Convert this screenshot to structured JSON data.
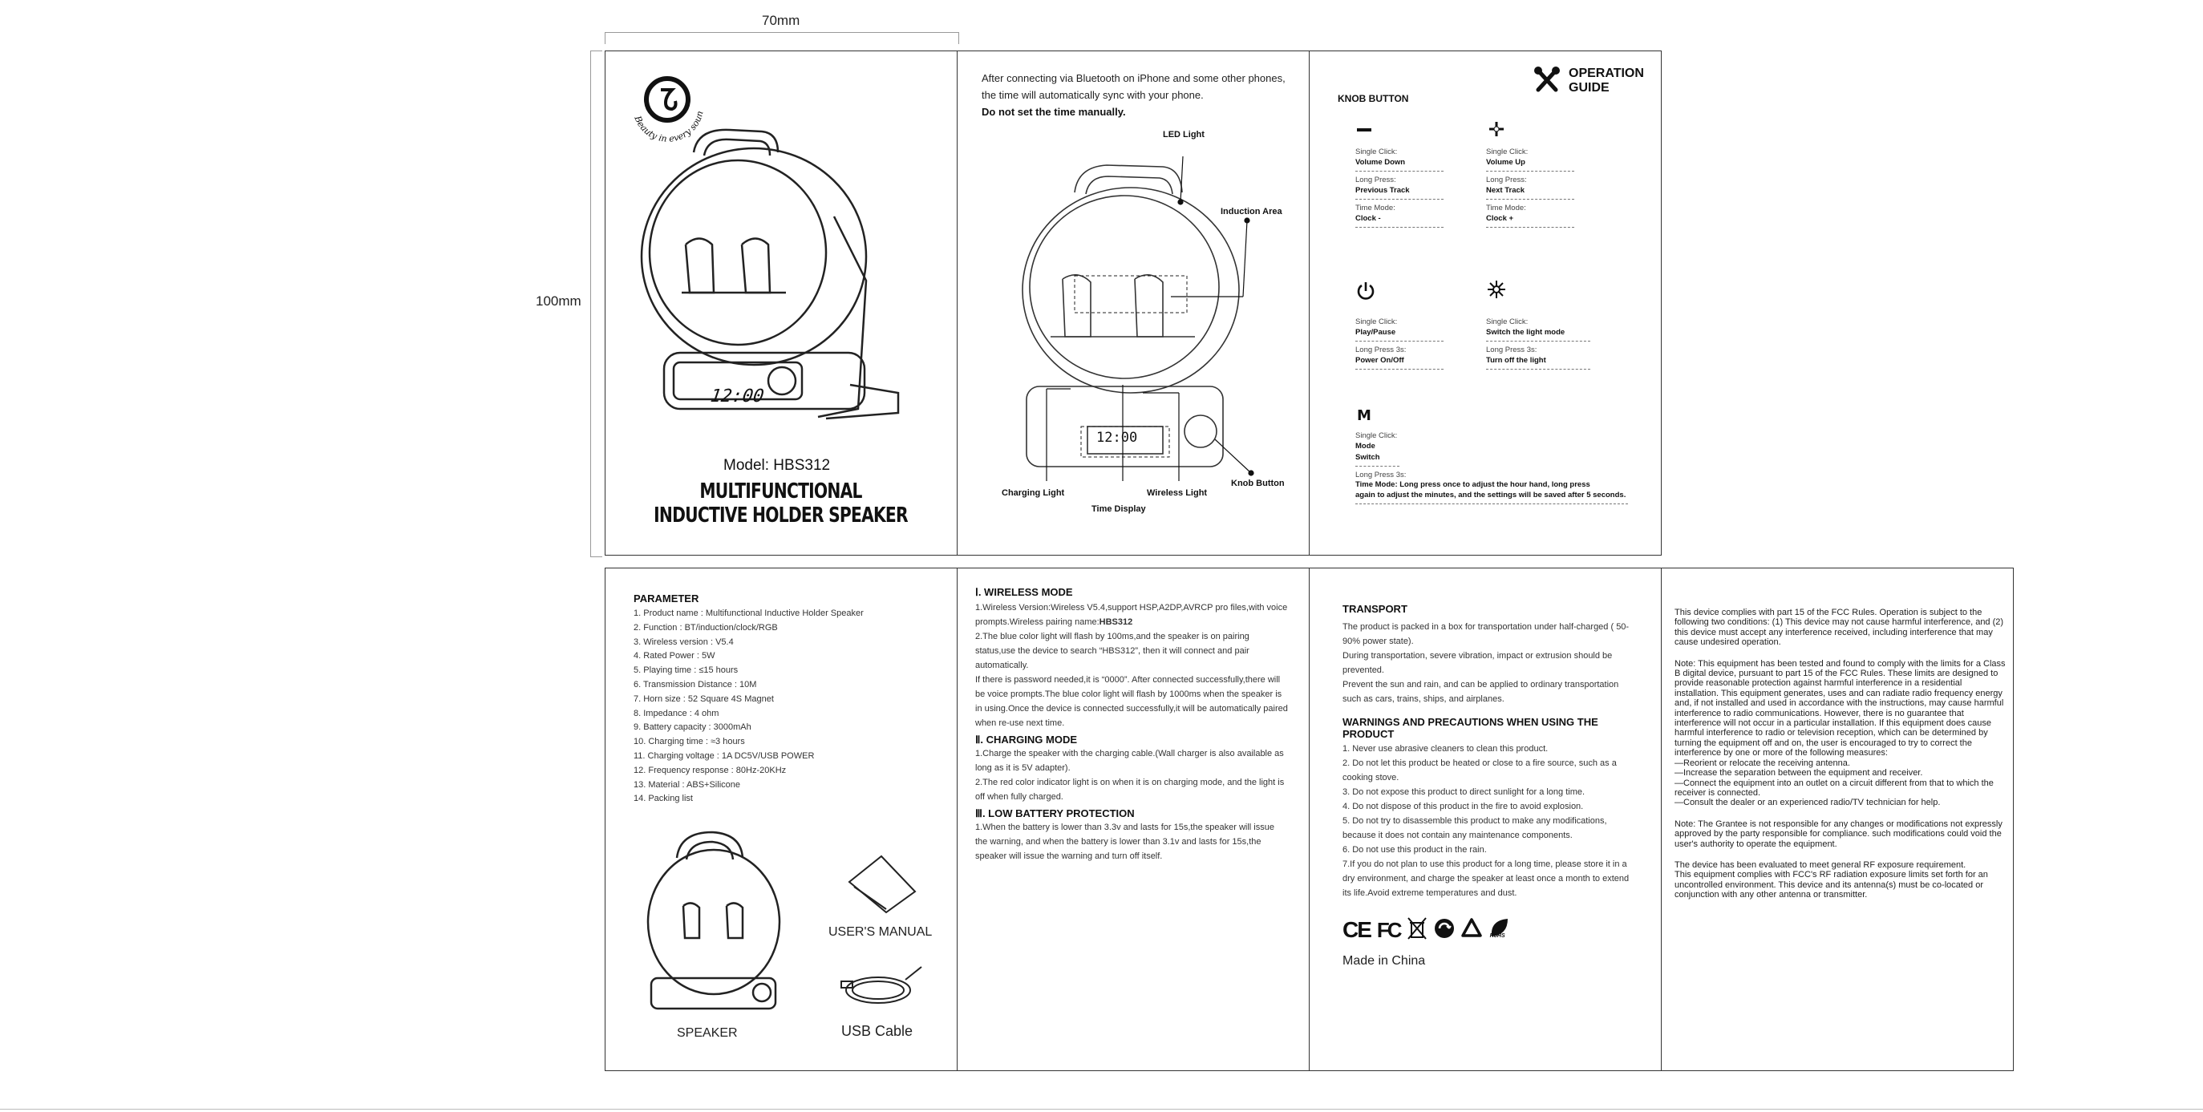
{
  "dimensions": {
    "width_label": "70mm",
    "height_label": "100mm"
  },
  "cover": {
    "brand_slogan": "Beauty in every sound",
    "clock": "12:00",
    "model": "Model: HBS312",
    "title_line1": "MULTIFUNCTIONAL",
    "title_line2": "INDUCTIVE HOLDER SPEAKER"
  },
  "sync": {
    "line1": "After connecting via Bluetooth on iPhone and some other phones,",
    "line2": "the time will automatically sync with your phone.",
    "line3": "Do not set the time manually.",
    "labels": {
      "led_light": "LED Light",
      "induction_area": "Induction Area",
      "charging_light": "Charging Light",
      "wireless_light": "Wireless Light",
      "knob_button": "Knob Button",
      "time_display": "Time Display"
    },
    "clock": "12:00"
  },
  "guide": {
    "title_line1": "OPERATION",
    "title_line2": "GUIDE",
    "knob_heading": "KNOB BUTTON",
    "minus": {
      "a_label": "Single Click:",
      "a": "Volume Down",
      "b_label": "Long Press:",
      "b": "Previous Track",
      "c_label": "Time Mode:",
      "c": "Clock -"
    },
    "plus": {
      "a_label": "Single Click:",
      "a": "Volume Up",
      "b_label": "Long Press:",
      "b": "Next Track",
      "c_label": "Time Mode:",
      "c": "Clock +"
    },
    "power": {
      "a_label": "Single Click:",
      "a": "Play/Pause",
      "b_label": "Long Press 3s:",
      "b": "Power On/Off"
    },
    "light": {
      "a_label": "Single Click:",
      "a": "Switch the light mode",
      "b_label": "Long Press 3s:",
      "b": "Turn off the light"
    },
    "mode": {
      "a_label": "Single Click:",
      "a": "Mode Switch",
      "b_label": "Long Press 3s:",
      "b1": "Time Mode: Long press once to adjust the hour hand, long press",
      "b2": "again to adjust the minutes, and the settings will be saved after 5 seconds."
    }
  },
  "parameter": {
    "heading": "PARAMETER",
    "items": [
      "1. Product name : Multifunctional Inductive  Holder  Speaker",
      "2. Function : BT/induction/clock/RGB",
      "3. Wireless version : V5.4",
      "4. Rated Power : 5W",
      "5. Playing time : ≤15 hours",
      "6. Transmission Distance : 10M",
      "7. Horn size : 52 Square 4S Magnet",
      "8. Impedance : 4 ohm",
      "9. Battery capacity : 3000mAh",
      "10. Charging time : ≈3 hours",
      "11. Charging voltage : 1A DC5V/USB POWER",
      "12. Frequency response : 80Hz-20KHz",
      "13. Material : ABS+Silicone",
      "14. Packing list"
    ],
    "pack_speaker": "SPEAKER",
    "pack_manual": "USER'S MANUAL",
    "pack_cable": "USB Cable"
  },
  "wireless": {
    "h1": "Ⅰ. WIRELESS MODE",
    "p1": "1.Wireless Version:Wireless V5.4,support HSP,A2DP,AVRCP pro files,with voice prompts.Wireless pairing name:",
    "p1_name": "HBS312",
    "p2": "2.The blue color light will flash by 100ms,and the speaker is on pairing status,use the device to search “HBS312”, then it will connect and pair automatically.",
    "p3": "If there is password needed,it is “0000”. After connected successfully,there will be voice prompts.The blue color light will flash by 1000ms when the speaker is in using.Once the device is connected successfully,it will be automatically paired when re-use next time.",
    "h2": "Ⅱ. CHARGING MODE",
    "p4": "1.Charge the speaker with the charging cable.(Wall charger is also available as long as it is 5V adapter).",
    "p5": "2.The red color indicator light is on when it is on charging mode, and the light is off when fully charged.",
    "h3": "Ⅲ. LOW BATTERY PROTECTION",
    "p6": "1.When the battery is lower than 3.3v and lasts for 15s,the speaker will issue the warning, and when the battery is lower than 3.1v and lasts for 15s,the speaker will issue the warning and turn off itself."
  },
  "transport": {
    "h1": "TRANSPORT",
    "p1": "The product is packed in a box for transportation under half-charged ( 50-90% power state).",
    "p2": "During transportation, severe vibration, impact or extrusion should be prevented.",
    "p3": "Prevent the sun and rain, and can be applied to ordinary transportation such as cars, trains, ships, and airplanes.",
    "h2": "WARNINGS AND PRECAUTIONS WHEN USING THE PRODUCT",
    "w": [
      "1. Never use abrasive cleaners to clean this product.",
      "2. Do not let this product be heated or close to a fire source, such as a cooking stove.",
      "3. Do not expose this product to direct sunlight for a long time.",
      "4. Do not dispose of this product in the fire to avoid explosion.",
      "5. Do not try to disassemble this product to make any modifications, because it does not contain any maintenance components.",
      "6. Do not use this product in the rain.",
      "7.If you do not plan to use this product for a long time, please store it in a dry environment, and charge the speaker at least once a month to extend its life.Avoid extreme temperatures and dust."
    ],
    "cert_ce": "CE",
    "cert_fc": "FC",
    "cert_rohs": "RoHS",
    "made_in": "Made in China"
  },
  "fcc": {
    "p1": "This device complies with part 15 of the FCC Rules. Operation is subject to the following two conditions: (1) This device may not cause harmful interference, and (2) this device must accept any interference received, including interference that may cause undesired operation.",
    "p2": "Note: This equipment has been tested and found to comply with the limits for a Class B digital device, pursuant to part 15 of the FCC Rules. These limits are designed to provide reasonable protection against harmful interference in a residential installation. This equipment generates, uses and can radiate radio frequency energy and, if not installed and used in accordance with the instructions, may cause harmful interference to radio communications. However, there is no guarantee that interference will not occur in a particular installation. If this equipment does cause harmful interference to radio or television reception, which can be determined by turning the equipment off and on, the user is encouraged to try to correct the interference by one or more of the following measures:",
    "m1": "—Reorient or relocate the receiving antenna.",
    "m2": "—Increase the separation between the equipment and receiver.",
    "m3": "—Connect the equipment into an outlet on a circuit different from that to which the receiver is connected.",
    "m4": "—Consult the dealer or an experienced radio/TV technician for help.",
    "p3": "Note: The Grantee is not responsible for any changes or modifications not expressly approved by the party responsible for compliance. such modifications could void the user's authority to operate the equipment.",
    "p4": "The device has been evaluated to meet general RF exposure requirement.",
    "p5": "This equipment complies with FCC's RF radiation exposure limits set forth for an uncontrolled environment. This device and its antenna(s) must be co-located or conjunction with any other antenna or transmitter."
  }
}
